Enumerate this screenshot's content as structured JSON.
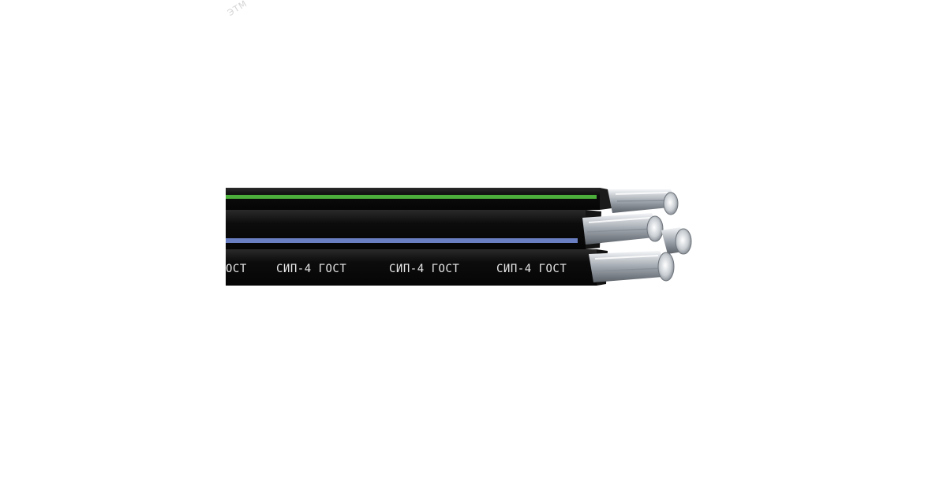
{
  "watermark": {
    "text": "ЭТМ"
  },
  "cable": {
    "markings": [
      "ОСТ",
      "СИП-4 ГОСТ",
      "СИП-4 ГОСТ",
      "СИП-4 ГОСТ"
    ],
    "stripe_colors": {
      "top": "#4caf3c",
      "middle": "#6a7fc1"
    },
    "sheath_color": "#0e0e0e"
  }
}
